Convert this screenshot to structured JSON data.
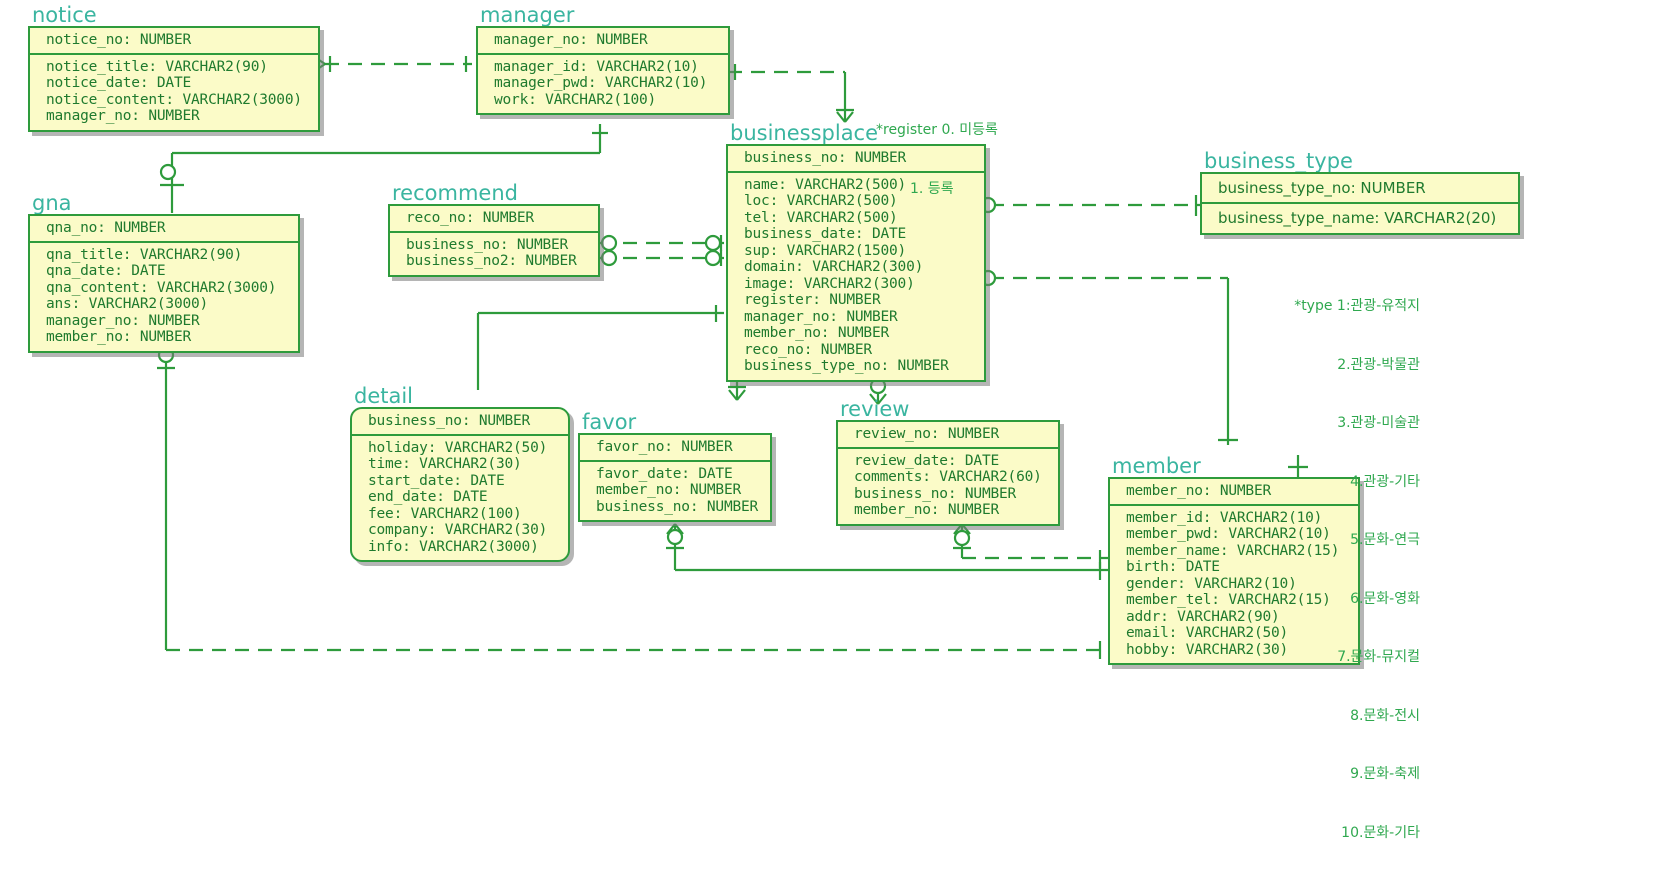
{
  "diagram": {
    "title": "ER Diagram",
    "colors": {
      "entity_fill": "#fbfbc8",
      "entity_border": "#2e9b3c",
      "title_text": "#3ab5a0",
      "attribute_text": "#1f7a2e",
      "note_text": "#2fa84f",
      "line": "#2e9b3c",
      "background": "#ffffff"
    }
  },
  "entities": [
    {
      "name": "notice",
      "pk": [
        "notice_no: NUMBER"
      ],
      "attrs": [
        "notice_title: VARCHAR2(90)",
        "notice_date: DATE",
        "notice_content: VARCHAR2(3000)",
        "manager_no: NUMBER"
      ]
    },
    {
      "name": "manager",
      "pk": [
        "manager_no: NUMBER"
      ],
      "attrs": [
        "manager_id: VARCHAR2(10)",
        "manager_pwd: VARCHAR2(10)",
        "work: VARCHAR2(100)"
      ]
    },
    {
      "name": "gna",
      "pk": [
        "qna_no: NUMBER"
      ],
      "attrs": [
        "qna_title: VARCHAR2(90)",
        "qna_date: DATE",
        "qna_content: VARCHAR2(3000)",
        "ans: VARCHAR2(3000)",
        "manager_no: NUMBER",
        "member_no: NUMBER"
      ]
    },
    {
      "name": "recommend",
      "pk": [
        "reco_no: NUMBER"
      ],
      "attrs": [
        "business_no: NUMBER",
        "business_no2: NUMBER"
      ]
    },
    {
      "name": "businessplace",
      "pk": [
        "business_no: NUMBER"
      ],
      "attrs": [
        "name: VARCHAR2(500)",
        "loc: VARCHAR2(500)",
        "tel: VARCHAR2(500)",
        "business_date: DATE",
        "sup: VARCHAR2(1500)",
        "domain: VARCHAR2(300)",
        "image: VARCHAR2(300)",
        "register: NUMBER",
        "manager_no: NUMBER",
        "member_no: NUMBER",
        "reco_no: NUMBER",
        "business_type_no: NUMBER"
      ]
    },
    {
      "name": "business_type",
      "pk": [
        "business_type_no: NUMBER"
      ],
      "attrs": [
        "business_type_name: VARCHAR2(20)"
      ]
    },
    {
      "name": "detail",
      "pk": [
        "business_no: NUMBER"
      ],
      "attrs": [
        "holiday: VARCHAR2(50)",
        "time: VARCHAR2(30)",
        "start_date: DATE",
        "end_date: DATE",
        "fee: VARCHAR2(100)",
        "company: VARCHAR2(30)",
        "info: VARCHAR2(3000)"
      ]
    },
    {
      "name": "favor",
      "pk": [
        "favor_no: NUMBER"
      ],
      "attrs": [
        "favor_date: DATE",
        "member_no: NUMBER",
        "business_no: NUMBER"
      ]
    },
    {
      "name": "review",
      "pk": [
        "review_no: NUMBER"
      ],
      "attrs": [
        "review_date: DATE",
        "comments: VARCHAR2(60)",
        "business_no: NUMBER",
        "member_no: NUMBER"
      ]
    },
    {
      "name": "member",
      "pk": [
        "member_no: NUMBER"
      ],
      "attrs": [
        "member_id: VARCHAR2(10)",
        "member_pwd: VARCHAR2(10)",
        "member_name: VARCHAR2(15)",
        "birth: DATE",
        "gender: VARCHAR2(10)",
        "member_tel: VARCHAR2(15)",
        "addr: VARCHAR2(90)",
        "email: VARCHAR2(50)",
        "hobby: VARCHAR2(30)"
      ]
    }
  ],
  "notes": {
    "register": {
      "lines": [
        "*register 0. 미등록",
        "1. 등록"
      ]
    },
    "type": {
      "lines": [
        "*type 1:관광-유적지",
        "2.관광-박물관",
        "3.관광-미술관",
        "4.관광-기타",
        "5.문화-연극",
        "6.문화-영화",
        "7.문화-뮤지컬",
        "8.문화-전시",
        "9.문화-축제",
        "10.문화-기타"
      ]
    }
  }
}
